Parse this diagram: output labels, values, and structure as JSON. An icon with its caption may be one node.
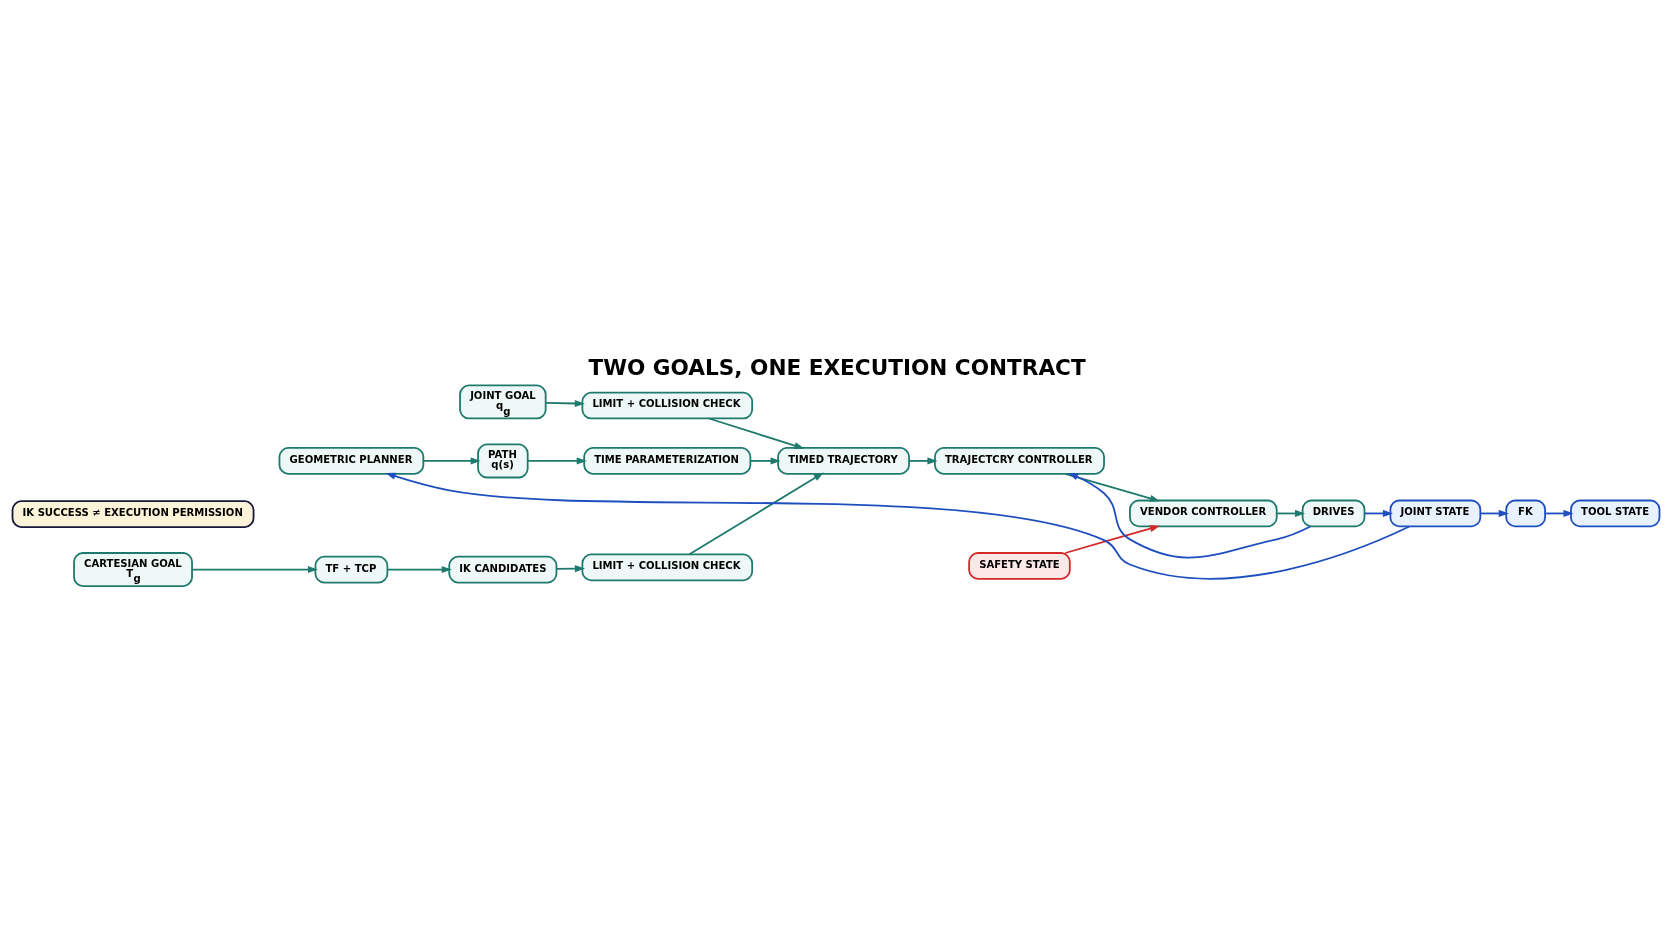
{
  "diagram": {
    "title": "TWO GOALS, ONE EXECUTION CONTRACT",
    "nodes": [
      {
        "text": [
          "JOINT GOAL",
          "q$_{g}$"
        ]
      },
      {
        "text": [
          "LIMIT + COLLISION CHECK"
        ]
      },
      {
        "text": [
          "CARTESIAN GOAL",
          "T$_{g}$"
        ]
      },
      {
        "text": [
          "TF + TCP"
        ]
      },
      {
        "text": [
          "IK CANDIDATES"
        ]
      },
      {
        "text": [
          "LIMIT + COLLISION CHECK"
        ]
      },
      {
        "text": [
          "SAFETY STATE"
        ]
      },
      {
        "text": [
          "GEOMETRIC PLANNER"
        ]
      },
      {
        "text": [
          "PATH",
          "q(s)"
        ]
      },
      {
        "text": [
          "TIME PARAMETERIZATION"
        ]
      },
      {
        "text": [
          "TIMED TRAJECTORY"
        ]
      },
      {
        "text": [
          "TRAJECTCRY CONTROLLER"
        ]
      },
      {
        "text": [
          "VENDOR CONTROLLER"
        ]
      },
      {
        "text": [
          "DRIVES"
        ]
      },
      {
        "text": [
          "JOINT STATE"
        ]
      },
      {
        "text": [
          "FK"
        ]
      },
      {
        "text": [
          "TOOL STATE"
        ]
      },
      {
        "text": [
          "IK SUCCESS ≠ EXECUTION PERMISSION"
        ]
      }
    ],
    "edges": [
      {
        "from": 0,
        "to": 1,
        "arrow": "to"
      },
      {
        "from": 1,
        "to": 10,
        "arrow": "to"
      },
      {
        "from": 2,
        "to": 3,
        "arrow": "to"
      },
      {
        "from": 3,
        "to": 4,
        "arrow": "to"
      },
      {
        "from": 4,
        "to": 5,
        "arrow": "to"
      },
      {
        "from": 5,
        "to": 10,
        "arrow": "to"
      },
      {
        "from": 6,
        "to": 12,
        "arrow": "to",
        "color": "#d42a2a"
      },
      {
        "from": 7,
        "to": 8,
        "arrow": "to"
      },
      {
        "from": 8,
        "to": 9,
        "arrow": "to"
      },
      {
        "from": 9,
        "to": 10,
        "arrow": "to"
      },
      {
        "from": 10,
        "to": 11,
        "arrow": "to"
      },
      {
        "from": 11,
        "to": 12,
        "arrow": "to"
      },
      {
        "from": 12,
        "to": 13,
        "arrow": "to"
      },
      {
        "from": 13,
        "to": 14,
        "arrow": "to",
        "color": "#1f4fbf"
      },
      {
        "from": 13,
        "to": 11,
        "arrow": "to",
        "color": "#1f4fbf"
      },
      {
        "from": 14,
        "to": 7,
        "arrow": "to",
        "color": "#1f4fbf"
      },
      {
        "from": 14,
        "to": 15,
        "arrow": "to",
        "color": "#1f4fbf"
      },
      {
        "from": 15,
        "to": 16,
        "arrow": "to",
        "color": "#1f4fbf"
      }
    ]
  }
}
